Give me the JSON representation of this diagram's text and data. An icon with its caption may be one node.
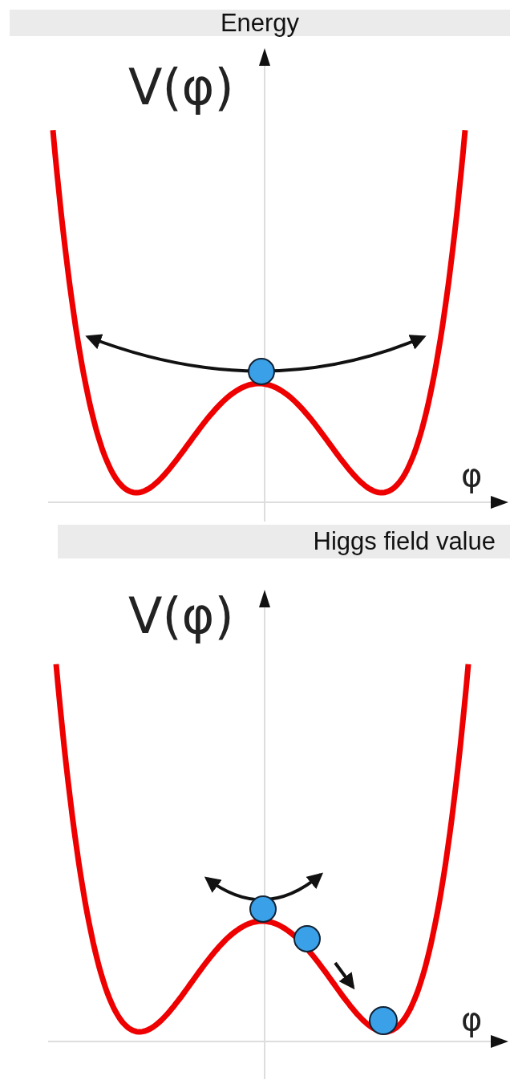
{
  "diagram": {
    "nodes": [
      {
        "text": [
          "Energy"
        ]
      },
      {
        "text": [
          "Higgs field value"
        ]
      }
    ],
    "labels": [
      "V(φ)",
      "φ",
      "V(φ)",
      "φ"
    ]
  }
}
